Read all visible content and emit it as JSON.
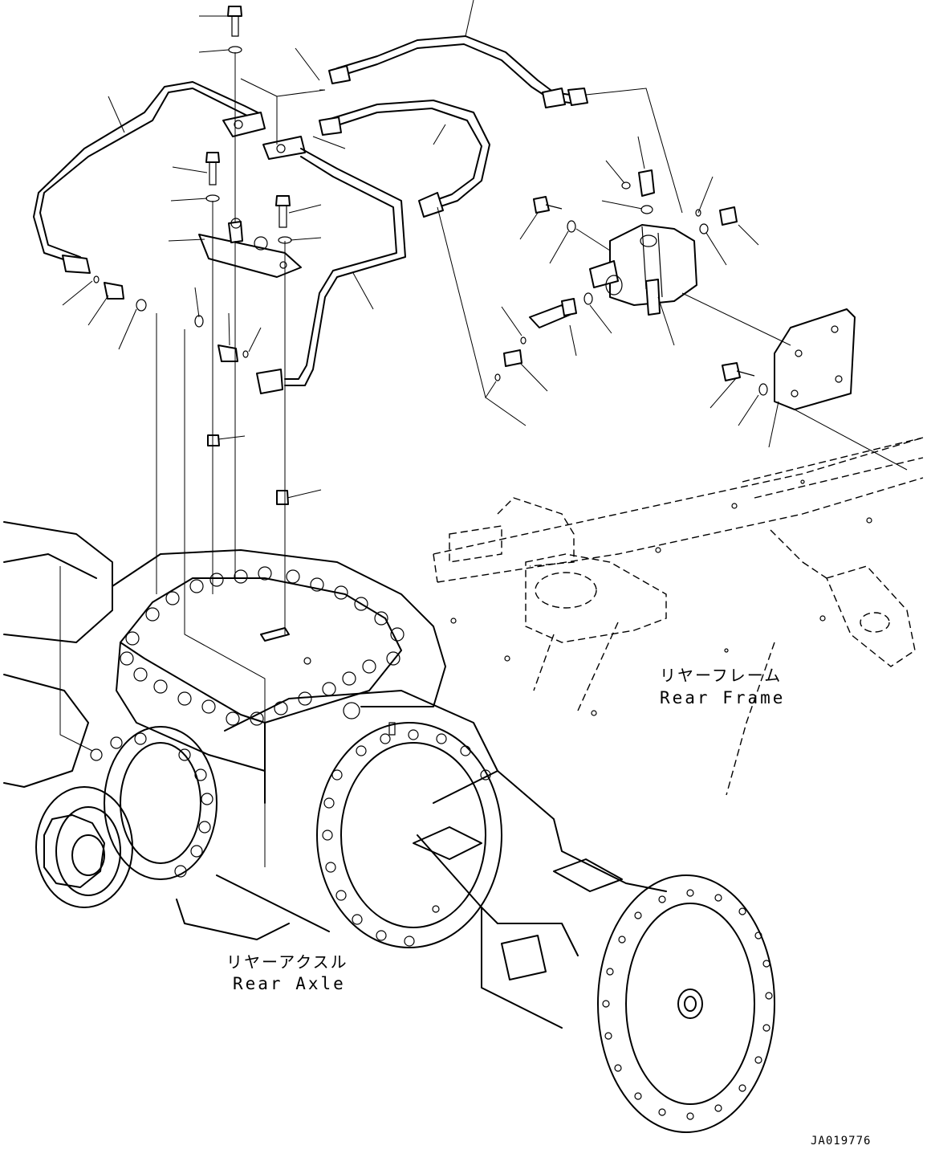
{
  "labels": {
    "rear_frame_ja": "リヤーフレーム",
    "rear_frame_en": "Rear Frame",
    "rear_axle_ja": "リヤーアクスル",
    "rear_axle_en": "Rear Axle",
    "drawing_code": "JA019776"
  }
}
